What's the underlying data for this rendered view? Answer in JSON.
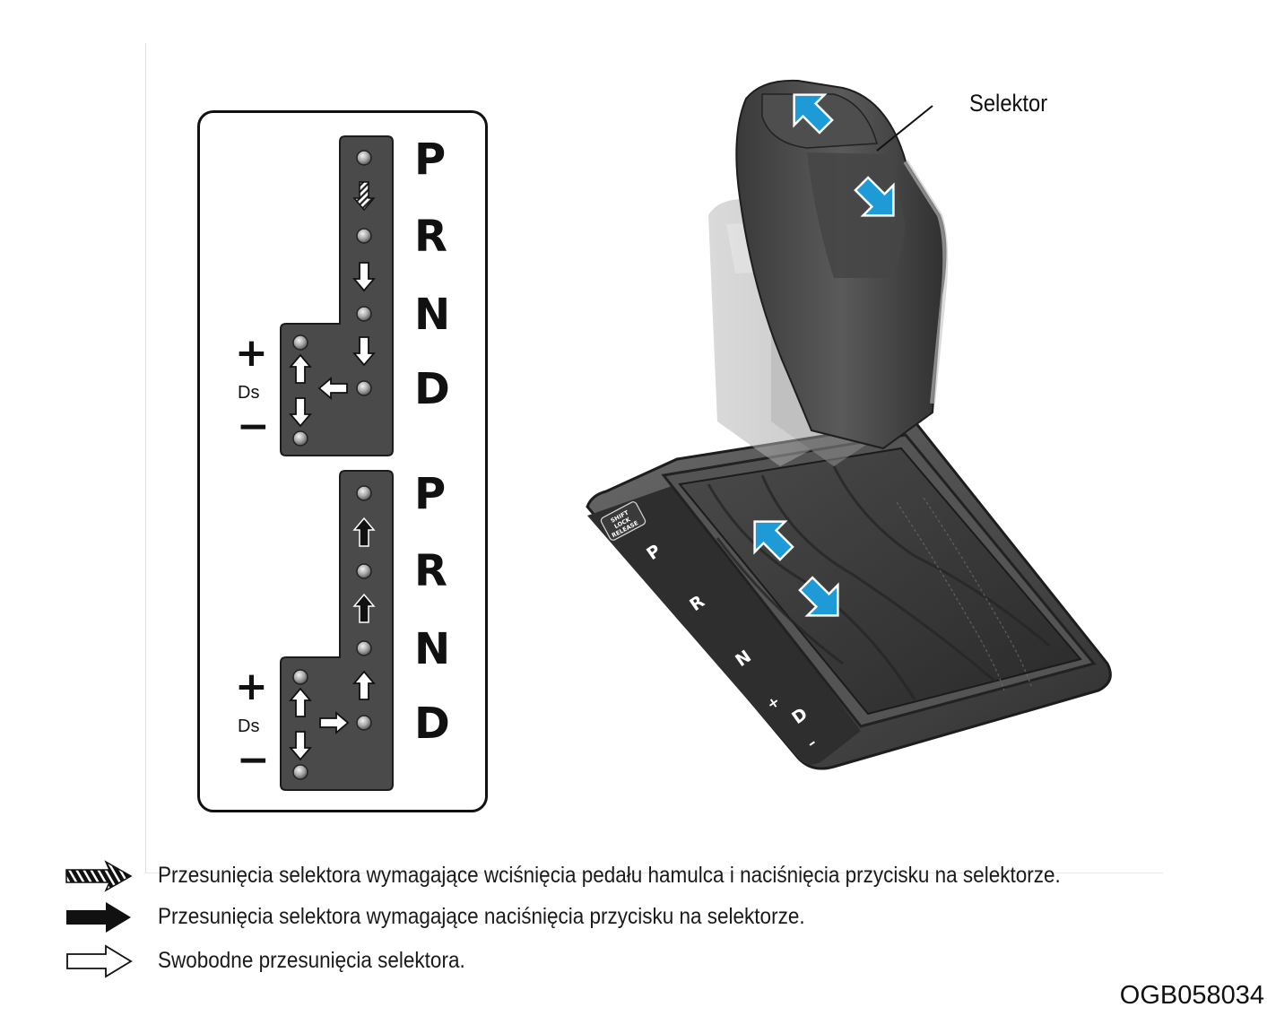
{
  "panel": {
    "gate_upper": {
      "labels": [
        "P",
        "R",
        "N",
        "D"
      ],
      "plus": "+",
      "minus": "−",
      "manual_mode": "Ds"
    },
    "gate_lower": {
      "labels": [
        "P",
        "R",
        "N",
        "D"
      ],
      "plus": "+",
      "minus": "−",
      "manual_mode": "Ds"
    }
  },
  "illustration": {
    "selector_label": "Selektor",
    "console_labels": [
      "P",
      "R",
      "N",
      "+",
      "D",
      "–"
    ],
    "release_button_text": [
      "SHIFT",
      "LOCK",
      "RELEASE"
    ],
    "arrow_color": "#1e9bd7"
  },
  "legend": {
    "items": [
      {
        "icon": "hatched-arrow-icon",
        "text": "Przesunięcia selektora wymagające wciśnięcia pedału hamulca i naciśnięcia przycisku na selektorze."
      },
      {
        "icon": "solid-arrow-icon",
        "text": "Przesunięcia selektora wymagające naciśnięcia przycisku na selektorze."
      },
      {
        "icon": "outline-arrow-icon",
        "text": "Swobodne przesunięcia selektora."
      }
    ]
  },
  "reference_code": "OGB058034"
}
